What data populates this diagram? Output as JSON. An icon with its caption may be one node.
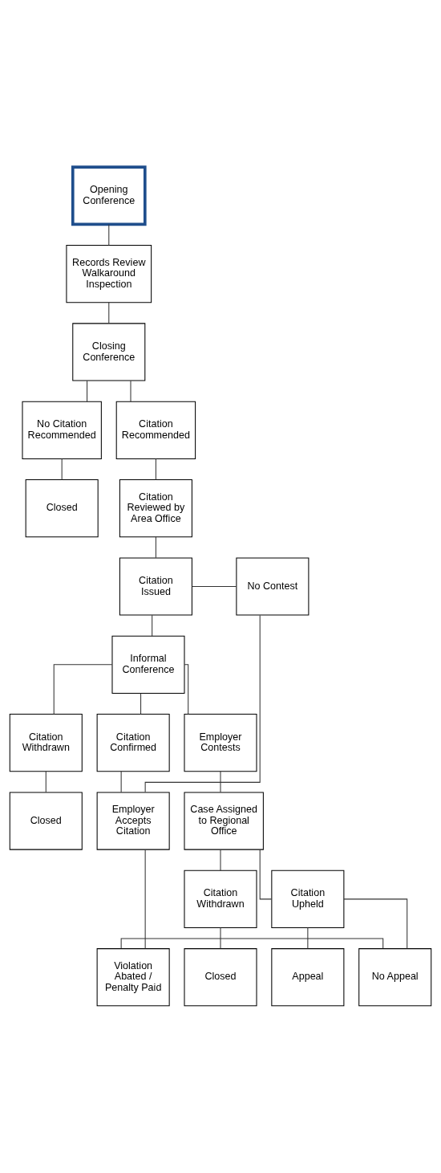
{
  "diagram": {
    "nodes": [
      {
        "text": [
          "Opening Conference"
        ]
      },
      {
        "text": [
          "Records Review Walkaround Inspection"
        ]
      },
      {
        "text": [
          "Closing Conference"
        ]
      },
      {
        "text": [
          "No Citation Recommended"
        ]
      },
      {
        "text": [
          "Citation Recommended"
        ]
      },
      {
        "text": [
          "Closed"
        ]
      },
      {
        "text": [
          "Citation Reviewed by Area Office"
        ]
      },
      {
        "text": [
          "No Contest"
        ]
      },
      {
        "text": [
          "Citation Issued"
        ]
      },
      {
        "text": [
          "Informal Conference"
        ]
      },
      {
        "text": [
          "Citation Confirmed"
        ]
      },
      {
        "text": [
          "Citation Withdrawn"
        ]
      },
      {
        "text": [
          "Employer Contests"
        ]
      },
      {
        "text": [
          "Employer Accepts Citation"
        ]
      },
      {
        "text": [
          "Closed"
        ]
      },
      {
        "text": [
          "Case Assigned to Regional Office"
        ]
      },
      {
        "text": [
          "Citation Upheld"
        ]
      },
      {
        "text": [
          "Citation Withdrawn"
        ]
      },
      {
        "text": [
          "Violation Abated / Penalty Paid"
        ]
      },
      {
        "text": [
          "No Appeal"
        ]
      },
      {
        "text": [
          "Appeal"
        ]
      },
      {
        "text": [
          "Closed"
        ]
      }
    ],
    "edges": [
      {
        "from": 0,
        "to": 1,
        "arrow": "none"
      },
      {
        "from": 1,
        "to": 2,
        "arrow": "none"
      },
      {
        "from": 2,
        "to": 3,
        "arrow": "none"
      },
      {
        "from": 2,
        "to": 4,
        "arrow": "none"
      },
      {
        "from": 3,
        "to": 5,
        "arrow": "none"
      },
      {
        "from": 4,
        "to": 6,
        "arrow": "none"
      },
      {
        "from": 6,
        "to": 8,
        "arrow": "none"
      },
      {
        "from": 8,
        "to": 7,
        "arrow": "none"
      },
      {
        "from": 7,
        "to": 13,
        "arrow": "none"
      },
      {
        "from": 8,
        "to": 9,
        "arrow": "none"
      },
      {
        "from": 9,
        "to": 10,
        "arrow": "none"
      },
      {
        "from": 9,
        "to": 11,
        "arrow": "none"
      },
      {
        "from": 9,
        "to": 12,
        "arrow": "none"
      },
      {
        "from": 10,
        "to": 13,
        "arrow": "none"
      },
      {
        "from": 11,
        "to": 14,
        "arrow": "none"
      },
      {
        "from": 12,
        "to": 15,
        "arrow": "none"
      },
      {
        "from": 15,
        "to": 16,
        "arrow": "none"
      },
      {
        "from": 15,
        "to": 17,
        "arrow": "none"
      },
      {
        "from": 16,
        "to": 19,
        "arrow": "none"
      },
      {
        "from": 16,
        "to": 20,
        "arrow": "none"
      },
      {
        "from": 17,
        "to": 21,
        "arrow": "none"
      },
      {
        "from": 13,
        "to": 18,
        "arrow": "none"
      },
      {
        "from": 18,
        "to": 19,
        "arrow": "none"
      }
    ]
  }
}
